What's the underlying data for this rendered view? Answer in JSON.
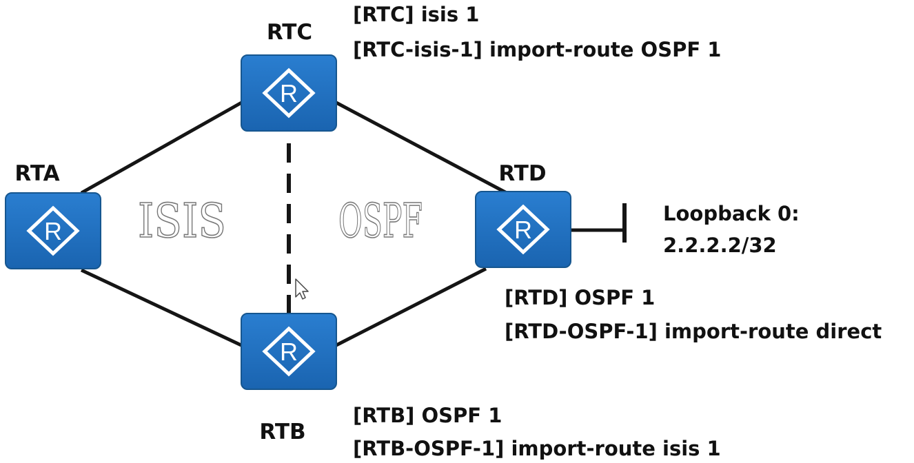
{
  "routers": {
    "rta": {
      "name": "RTA",
      "glyph": "R"
    },
    "rtb": {
      "name": "RTB",
      "glyph": "R"
    },
    "rtc": {
      "name": "RTC",
      "glyph": "R"
    },
    "rtd": {
      "name": "RTD",
      "glyph": "R"
    }
  },
  "areas": {
    "isis": "ISIS",
    "ospf": "OSPF"
  },
  "configs": {
    "rtc": [
      "[RTC] isis 1",
      "[RTC-isis-1] import-route OSPF 1"
    ],
    "rtd": [
      "[RTD] OSPF 1",
      "[RTD-OSPF-1] import-route direct"
    ],
    "rtb": [
      "[RTB] OSPF 1",
      "[RTB-OSPF-1] import-route isis 1"
    ]
  },
  "loopback": {
    "line1": "Loopback 0:",
    "line2": "2.2.2.2/32"
  },
  "colors": {
    "router_fill": "#1f6fbf",
    "router_border": "#16568f",
    "icon": "#ffffff",
    "link": "#151515"
  }
}
